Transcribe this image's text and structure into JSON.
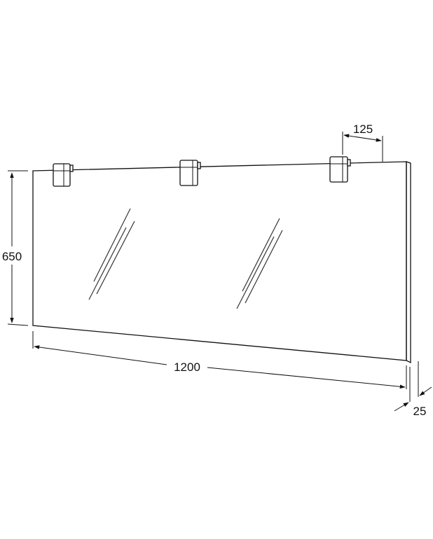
{
  "diagram": {
    "subject": "Wall-mounted rectangular mirror with three top brackets",
    "line_color": "#111111",
    "background": "#ffffff",
    "dimensions": {
      "height": "650",
      "width": "1200",
      "depth": "25",
      "bracket_offset": "125"
    },
    "brackets": [
      {
        "position": "left"
      },
      {
        "position": "middle"
      },
      {
        "position": "right"
      }
    ],
    "glare_marks": [
      {
        "position": "left",
        "lines": 3
      },
      {
        "position": "right",
        "lines": 3
      }
    ]
  }
}
